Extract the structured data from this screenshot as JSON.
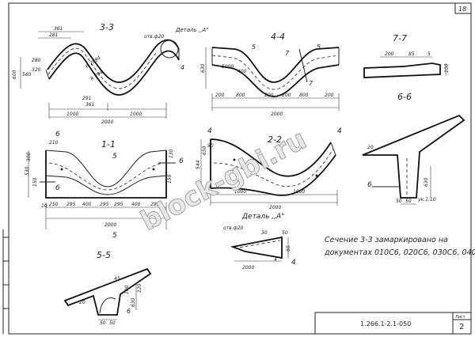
{
  "sheet_page": "18",
  "watermark": "block-gbi.ru",
  "note_line1": "Сечение 3-3 замаркировано на",
  "note_line2": "документах 010С6, 020С6, 030С6, 040С6",
  "doc_code": "1.266.1-2.1-050",
  "sheet_label": "Лист",
  "sheet_number": "2",
  "titles": {
    "s33": "3-3",
    "s44": "4-4",
    "s77": "7-7",
    "s66": "6-6",
    "s11": "1-1",
    "s22": "2-2",
    "s55": "5-5",
    "detail_ref": "Деталь ,,А\"",
    "detail": "Деталь ,,А\""
  },
  "markers": {
    "m4a": "4",
    "m4b": "4",
    "m5a": "5",
    "m5b": "5",
    "m7a": "7",
    "m7b": "7",
    "m6a": "6",
    "m6b": "6",
    "m6c": "6",
    "m6d": "6",
    "m6e": "6",
    "m5c": "5",
    "m5d": "5",
    "m4c": "4",
    "m4d": "4"
  },
  "labels": {
    "otv_a": "отв.ф20",
    "otv_b": "отв.ф20",
    "slope": "ук.1:10",
    "r1": "R 2894",
    "r2": "R 294"
  },
  "dims": {
    "d33": [
      "361",
      "281",
      "280",
      "320",
      "560",
      "291",
      "361",
      "1000",
      "1000",
      "2000",
      "600"
    ],
    "d44": [
      "200",
      "800",
      "200",
      "200",
      "800",
      "200",
      "2000",
      "400",
      "630",
      "5000"
    ],
    "d77": [
      "200",
      "85",
      "5",
      "100"
    ],
    "d11": [
      "210",
      "300",
      "250",
      "295",
      "400",
      "295",
      "295",
      "400",
      "295",
      "2000",
      "150",
      "150",
      "530",
      "130",
      "10",
      "10"
    ],
    "d22": [
      "1000",
      "1000",
      "2000",
      "544",
      "650",
      "90"
    ],
    "d66": [
      "50",
      "50",
      "630",
      "20"
    ],
    "d55": [
      "50",
      "50",
      "45",
      "100",
      "120",
      "630",
      "20"
    ],
    "ddet": [
      "30",
      "50",
      "2000",
      "60",
      "4"
    ]
  }
}
